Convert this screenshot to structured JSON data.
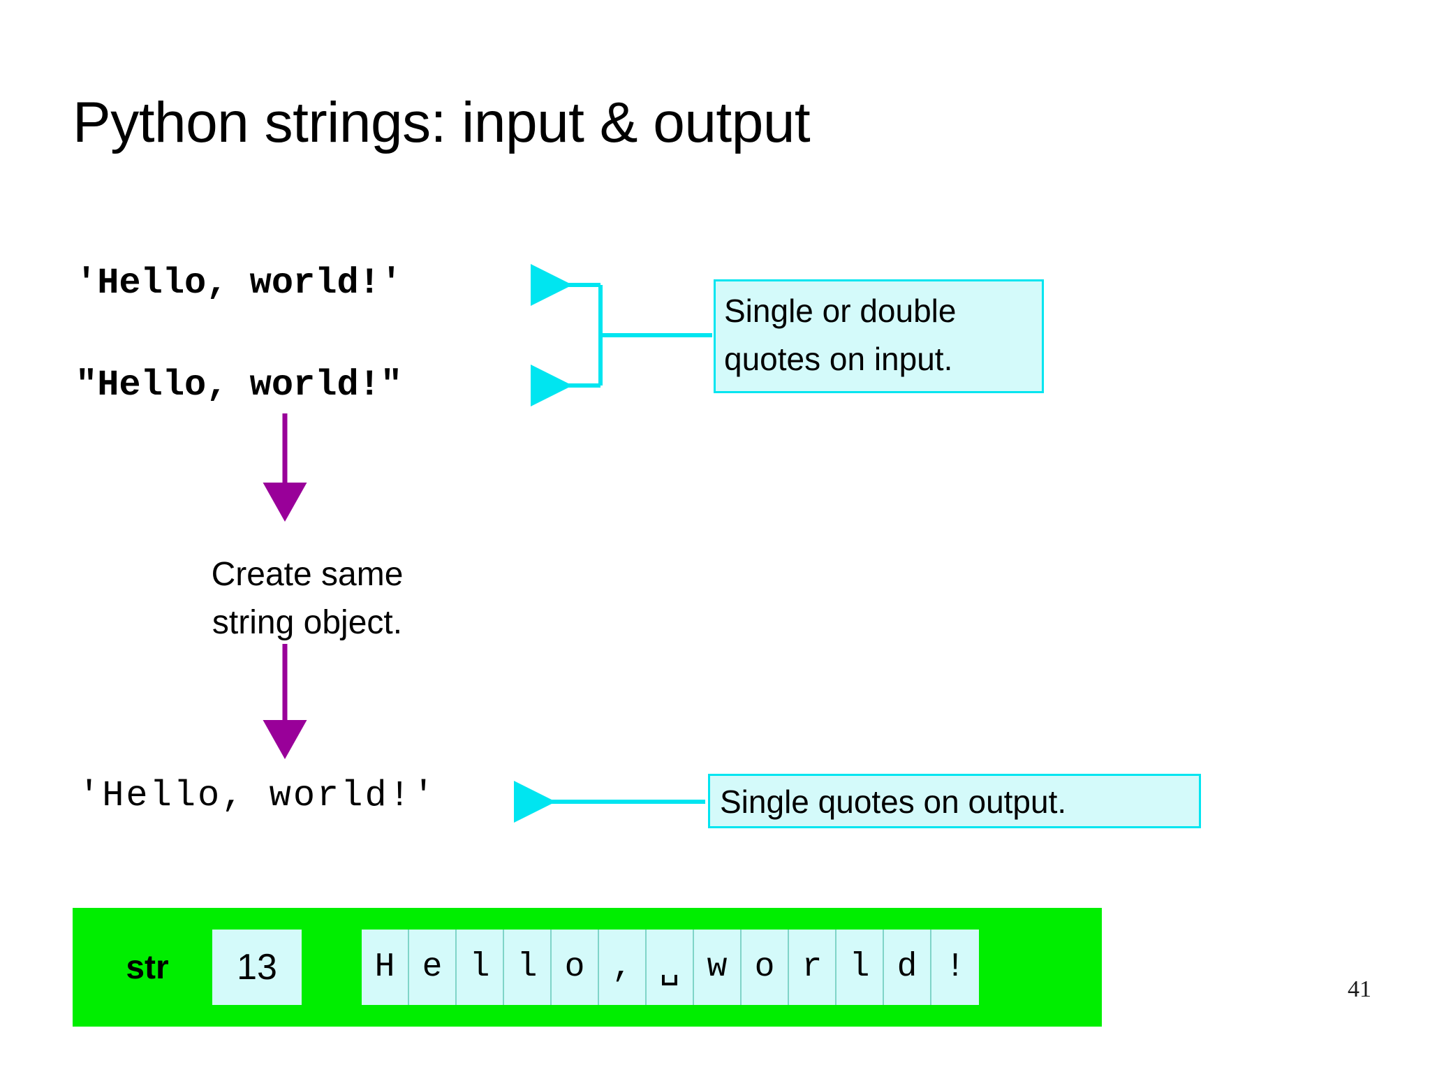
{
  "slide": {
    "title": "Python strings: input & output",
    "page_number": "41",
    "background_color": "#ffffff"
  },
  "code_lines": {
    "input_single_quoted": "'Hello, world!'",
    "input_double_quoted": "\"Hello, world!\"",
    "output_repr": "'Hello, world!'"
  },
  "callouts": {
    "input_note_line1": "Single or double",
    "input_note_line2": "quotes on input.",
    "output_note": "Single quotes on output.",
    "fill_color": "#d4fafa",
    "border_color": "#00e5f0"
  },
  "annotation": {
    "create_line1": "Create same",
    "create_line2": "string object.",
    "arrow_color": "#990099"
  },
  "memory": {
    "type_label": "str",
    "length": "13",
    "chars": [
      "H",
      "e",
      "l",
      "l",
      "o",
      ",",
      "␣",
      "w",
      "o",
      "r",
      "l",
      "d",
      "!"
    ],
    "block_color": "#00ee00",
    "cell_color": "#d4fafa"
  }
}
